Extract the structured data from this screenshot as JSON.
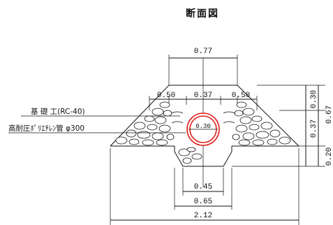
{
  "title": "断面図",
  "labels": {
    "base": "基 礎 工(RC-40)",
    "pipe": "高耐圧ﾎﾟﾘｴﾁﾚﾝ管 φ300"
  },
  "dims": {
    "top_width": "0.77",
    "left_slope": "0.50",
    "middle": "0.37",
    "right_slope": "0.50",
    "pipe_dia": "0.30",
    "bottom_inner": "0.45",
    "bottom_outer": "0.65",
    "total_width": "2.12",
    "h_top": "0.30",
    "h_mid": "0.37",
    "h_bot": "0.20",
    "h_total": "0.67"
  }
}
